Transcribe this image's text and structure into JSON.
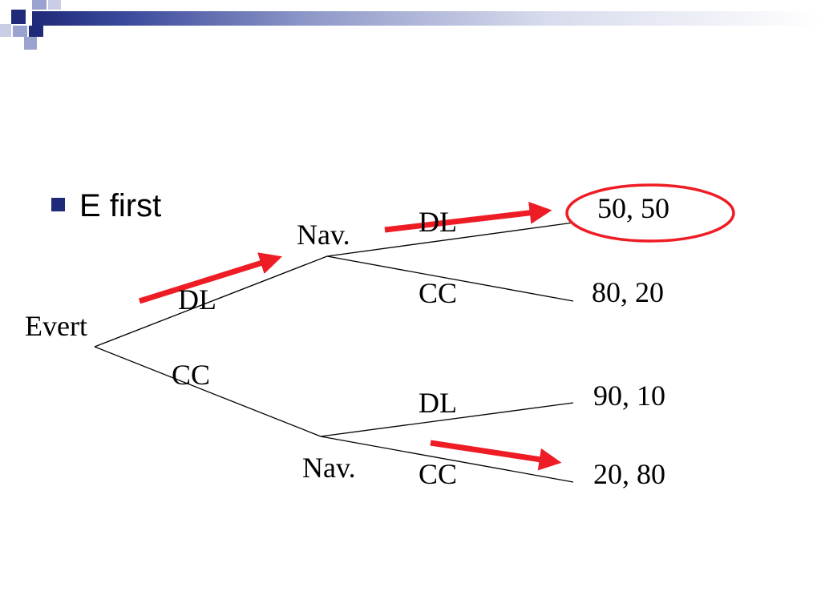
{
  "slide": {
    "bullet": "E first",
    "colors": {
      "accent": "#1f2a78",
      "highlight": "#ee1c24",
      "line": "#000000"
    }
  },
  "tree": {
    "root": "Evert",
    "root_branches": {
      "upper": "DL",
      "lower": "CC"
    },
    "upper_node": "Nav.",
    "lower_node": "Nav.",
    "upper_branches": {
      "upper": "DL",
      "lower": "CC"
    },
    "lower_branches": {
      "upper": "DL",
      "lower": "CC"
    },
    "payoffs": [
      "50, 50",
      "80, 20",
      "90, 10",
      "20, 80"
    ]
  },
  "annotations": {
    "circled_payoff": "50, 50",
    "arrow_count": 3
  }
}
